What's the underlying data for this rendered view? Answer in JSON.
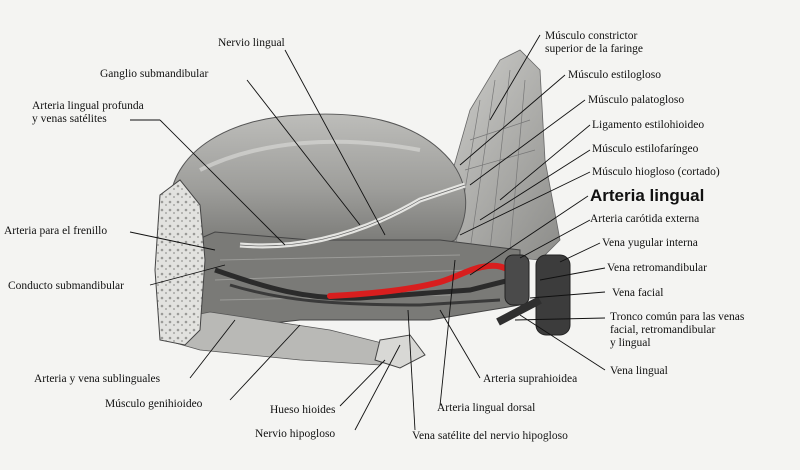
{
  "labels": {
    "nervio_lingual": "Nervio lingual",
    "ganglio_submandibular": "Ganglio submandibular",
    "arteria_lingual_profunda_1": "Arteria lingual profunda",
    "arteria_lingual_profunda_2": "y venas satélites",
    "arteria_frenillo": "Arteria para el frenillo",
    "conducto_submandibular": "Conducto submandibular",
    "arteria_vena_sublinguales": "Arteria y vena sublinguales",
    "musculo_genihioideo": "Músculo genihioideo",
    "hueso_hioides": "Hueso hioides",
    "nervio_hipogloso": "Nervio hipogloso",
    "vena_satelite": "Vena satélite del nervio hipogloso",
    "arteria_lingual_dorsal": "Arteria lingual dorsal",
    "arteria_suprahioidea": "Arteria suprahioidea",
    "vena_lingual": "Vena lingual",
    "constrictor_1": "Músculo constrictor",
    "constrictor_2": "superior de la faringe",
    "estilogloso": "Músculo  estilogloso",
    "palatogloso": "Músculo palatogloso",
    "ligamento": "Ligamento estilohioideo",
    "estilofaringeo": "Músculo estilofaríngeo",
    "hiogloso": "Músculo hiogloso (cortado)",
    "arteria_lingual": "Arteria lingual",
    "carotida": "Arteria carótida externa",
    "yugular": "Vena yugular interna",
    "retromandibular": "Vena retromandibular",
    "facial": "Vena facial",
    "tronco_1": "Tronco común para las venas",
    "tronco_2": "facial, retromandibular",
    "tronco_3": "y lingual"
  },
  "colors": {
    "background": "#f4f4f2",
    "tissue_dark": "#555555",
    "tissue_mid": "#8a8a8a",
    "tissue_light": "#c9c9c6",
    "artery": "#d81e1e",
    "vein": "#2b2b2b",
    "leader_line": "#111111"
  }
}
